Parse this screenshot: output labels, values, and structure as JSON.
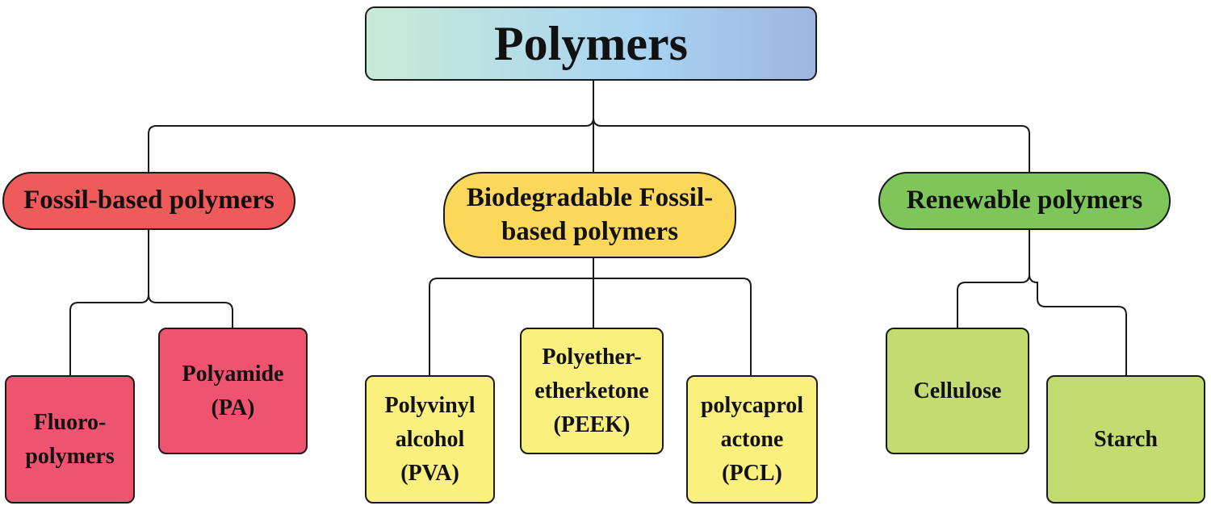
{
  "diagram": {
    "root": {
      "label": "Polymers",
      "gradient": [
        "#c8ebd6",
        "#a9d4f2",
        "#9fb6e0"
      ]
    },
    "categories": [
      {
        "key": "fossil",
        "lines": [
          "Fossil-based polymers"
        ],
        "color": "#ef5a5a",
        "children": [
          {
            "key": "fluoro",
            "lines": [
              "Fluoro-",
              "polymers"
            ],
            "color": "#ee5470"
          },
          {
            "key": "pa",
            "lines": [
              "Polyamide",
              "(PA)"
            ],
            "color": "#ee5470"
          }
        ]
      },
      {
        "key": "bio",
        "lines": [
          "Biodegradable Fossil-",
          "based polymers"
        ],
        "color": "#fcd85a",
        "children": [
          {
            "key": "pva",
            "lines": [
              "Polyvinyl",
              "alcohol",
              "(PVA)"
            ],
            "color": "#f9f07e"
          },
          {
            "key": "peek",
            "lines": [
              "Polyether-",
              "etherketone",
              "(PEEK)"
            ],
            "color": "#f9f07e"
          },
          {
            "key": "pcl",
            "lines": [
              "polycaprol",
              "actone",
              "(PCL)"
            ],
            "color": "#f9f07e"
          }
        ]
      },
      {
        "key": "renew",
        "lines": [
          "Renewable polymers"
        ],
        "color": "#7ec55a",
        "children": [
          {
            "key": "cell",
            "lines": [
              "Cellulose"
            ],
            "color": "#c2dc72"
          },
          {
            "key": "starch",
            "lines": [
              "Starch"
            ],
            "color": "#c2dc72"
          }
        ]
      }
    ]
  }
}
